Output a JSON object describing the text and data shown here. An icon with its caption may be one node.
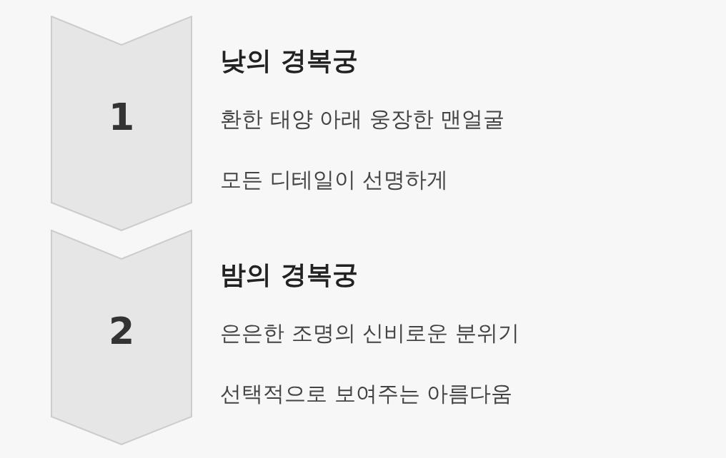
{
  "diagram": {
    "nodes": [
      {
        "text": [
          "1"
        ],
        "beside": [
          "낮의 경복궁",
          "환한 태양 아래 웅장한 맨얼굴",
          "모든 디테일이 선명하게"
        ]
      },
      {
        "text": [
          "2"
        ],
        "beside": [
          "밤의 경복궁",
          "은은한 조명의 신비로운 분위기",
          "선택적으로 보여주는 아름다움"
        ]
      }
    ]
  }
}
